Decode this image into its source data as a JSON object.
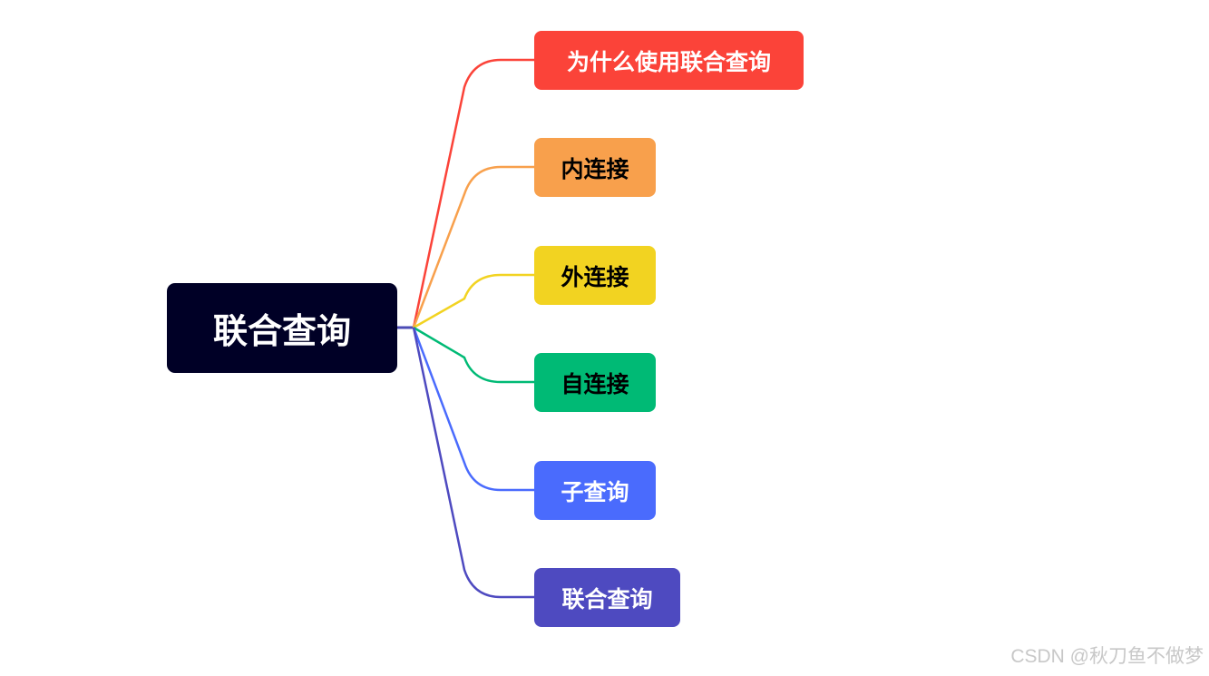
{
  "root": {
    "label": "联合查询",
    "color": "#000026",
    "connector_color": "#4b4bb5"
  },
  "branches": [
    {
      "label": "为什么使用联合查询",
      "color": "#fb4339",
      "text_color": "#ffffff"
    },
    {
      "label": "内连接",
      "color": "#f8a04c",
      "text_color": "#000000"
    },
    {
      "label": "外连接",
      "color": "#f2d321",
      "text_color": "#000000"
    },
    {
      "label": "自连接",
      "color": "#00ba75",
      "text_color": "#000000"
    },
    {
      "label": "子查询",
      "color": "#4a6bfd",
      "text_color": "#ffffff"
    },
    {
      "label": "联合查询",
      "color": "#4e4ac0",
      "text_color": "#ffffff"
    }
  ],
  "watermark": "CSDN @秋刀鱼不做梦"
}
